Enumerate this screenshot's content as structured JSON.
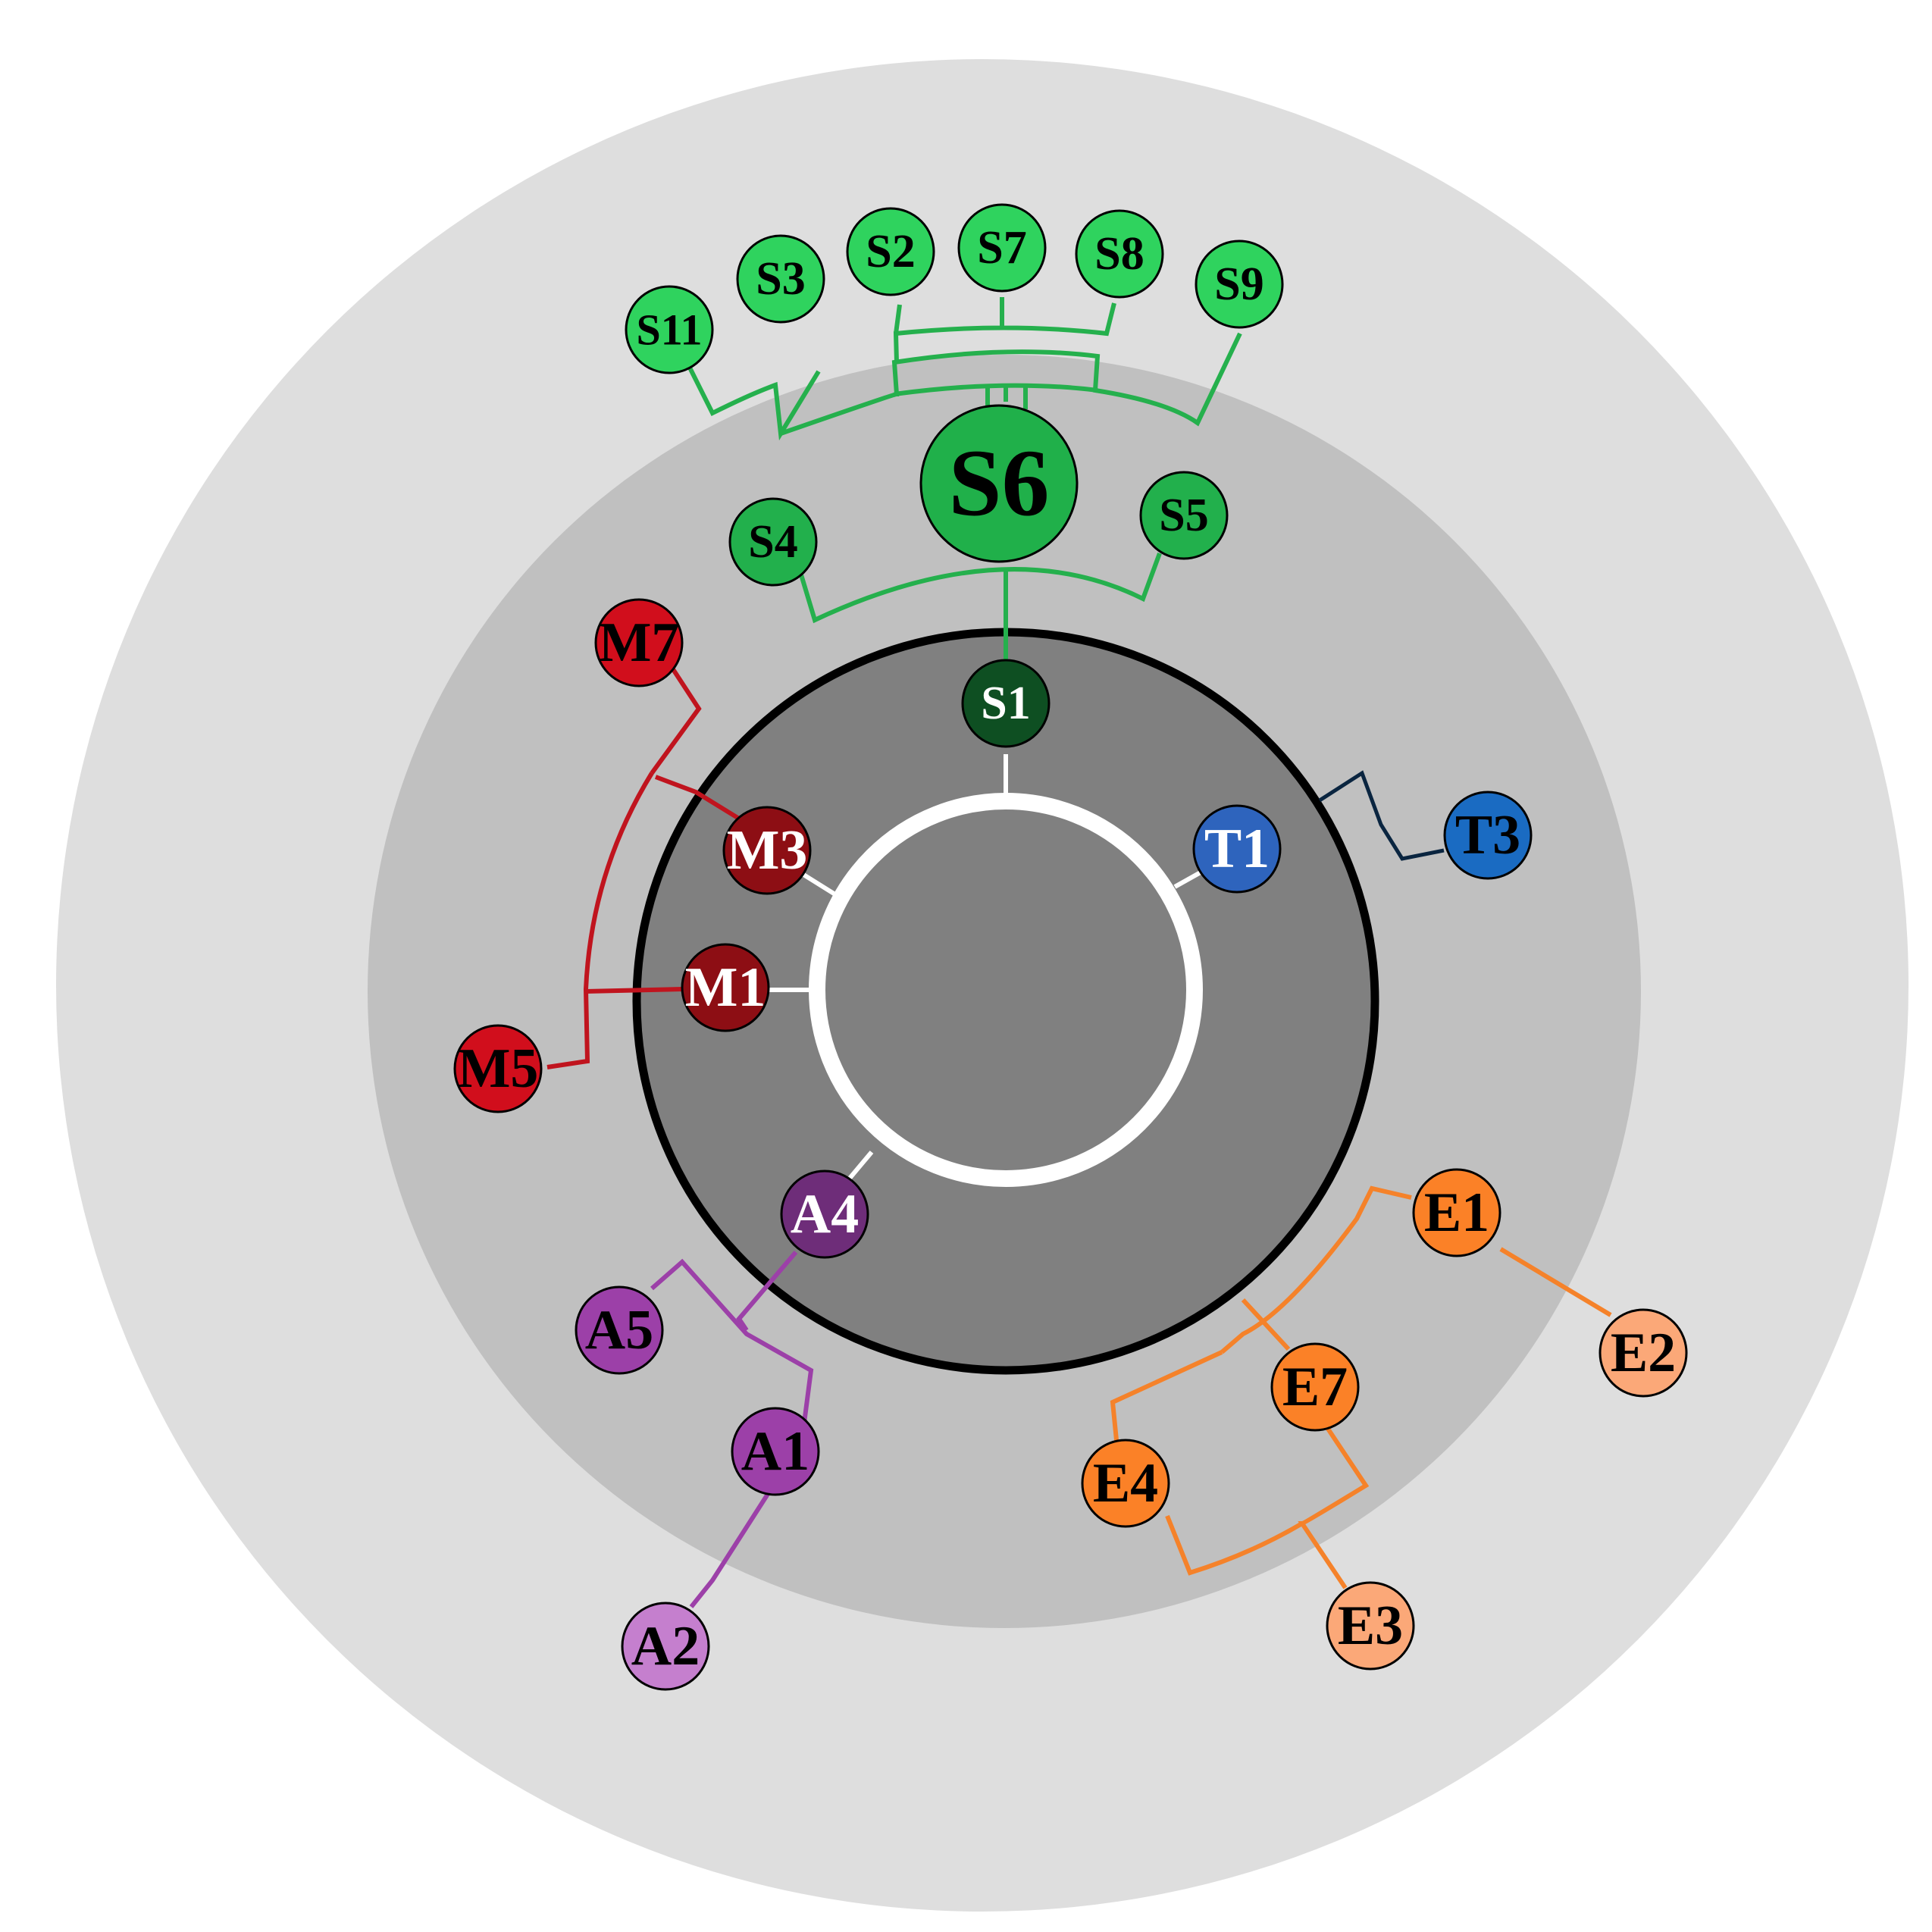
{
  "colors": {
    "outer_ring": "#dedede",
    "middle_ring": "#c0c0c0",
    "inner_disk": "#808080",
    "inner_border": "#000000",
    "core_ring": "#ffffff"
  },
  "nodes": [
    {
      "id": "S1",
      "label": "S1",
      "fill": "#0e4f22",
      "text": "#ffffff"
    },
    {
      "id": "S6",
      "label": "S6",
      "fill": "#20b04a",
      "text": "#000000"
    },
    {
      "id": "S4",
      "label": "S4",
      "fill": "#22b04c",
      "text": "#000000"
    },
    {
      "id": "S5",
      "label": "S5",
      "fill": "#22b04c",
      "text": "#000000"
    },
    {
      "id": "S11",
      "label": "S11",
      "fill": "#2fd35e",
      "text": "#000000"
    },
    {
      "id": "S3",
      "label": "S3",
      "fill": "#2fd35e",
      "text": "#000000"
    },
    {
      "id": "S2",
      "label": "S2",
      "fill": "#2fd35e",
      "text": "#000000"
    },
    {
      "id": "S7",
      "label": "S7",
      "fill": "#2fd35e",
      "text": "#000000"
    },
    {
      "id": "S8",
      "label": "S8",
      "fill": "#2fd35e",
      "text": "#000000"
    },
    {
      "id": "S9",
      "label": "S9",
      "fill": "#2fd35e",
      "text": "#000000"
    },
    {
      "id": "T1",
      "label": "T1",
      "fill": "#2e64bd",
      "text": "#ffffff"
    },
    {
      "id": "T3",
      "label": "T3",
      "fill": "#1a6bc2",
      "text": "#000000"
    },
    {
      "id": "M3",
      "label": "M3",
      "fill": "#8d0e14",
      "text": "#ffffff"
    },
    {
      "id": "M1",
      "label": "M1",
      "fill": "#8d0e14",
      "text": "#ffffff"
    },
    {
      "id": "M7",
      "label": "M7",
      "fill": "#d10e1c",
      "text": "#000000"
    },
    {
      "id": "M5",
      "label": "M5",
      "fill": "#d10e1c",
      "text": "#000000"
    },
    {
      "id": "A4",
      "label": "A4",
      "fill": "#6e2d79",
      "text": "#ffffff"
    },
    {
      "id": "A5",
      "label": "A5",
      "fill": "#9c40a8",
      "text": "#000000"
    },
    {
      "id": "A1",
      "label": "A1",
      "fill": "#9c40a8",
      "text": "#000000"
    },
    {
      "id": "A2",
      "label": "A2",
      "fill": "#c57fce",
      "text": "#000000"
    },
    {
      "id": "E1",
      "label": "E1",
      "fill": "#fb8127",
      "text": "#000000"
    },
    {
      "id": "E7",
      "label": "E7",
      "fill": "#fb8127",
      "text": "#000000"
    },
    {
      "id": "E4",
      "label": "E4",
      "fill": "#fb8127",
      "text": "#000000"
    },
    {
      "id": "E2",
      "label": "E2",
      "fill": "#fba878",
      "text": "#000000"
    },
    {
      "id": "E3",
      "label": "E3",
      "fill": "#fba878",
      "text": "#000000"
    }
  ],
  "edge_groups": [
    {
      "id": "white-spokes",
      "color": "#ffffff"
    },
    {
      "id": "s-tree",
      "color": "#25b04d"
    },
    {
      "id": "t-tree",
      "color": "#0a2540"
    },
    {
      "id": "m-tree",
      "color": "#c0141e"
    },
    {
      "id": "a-tree",
      "color": "#9c40a8"
    },
    {
      "id": "e-tree",
      "color": "#f5822a"
    }
  ]
}
